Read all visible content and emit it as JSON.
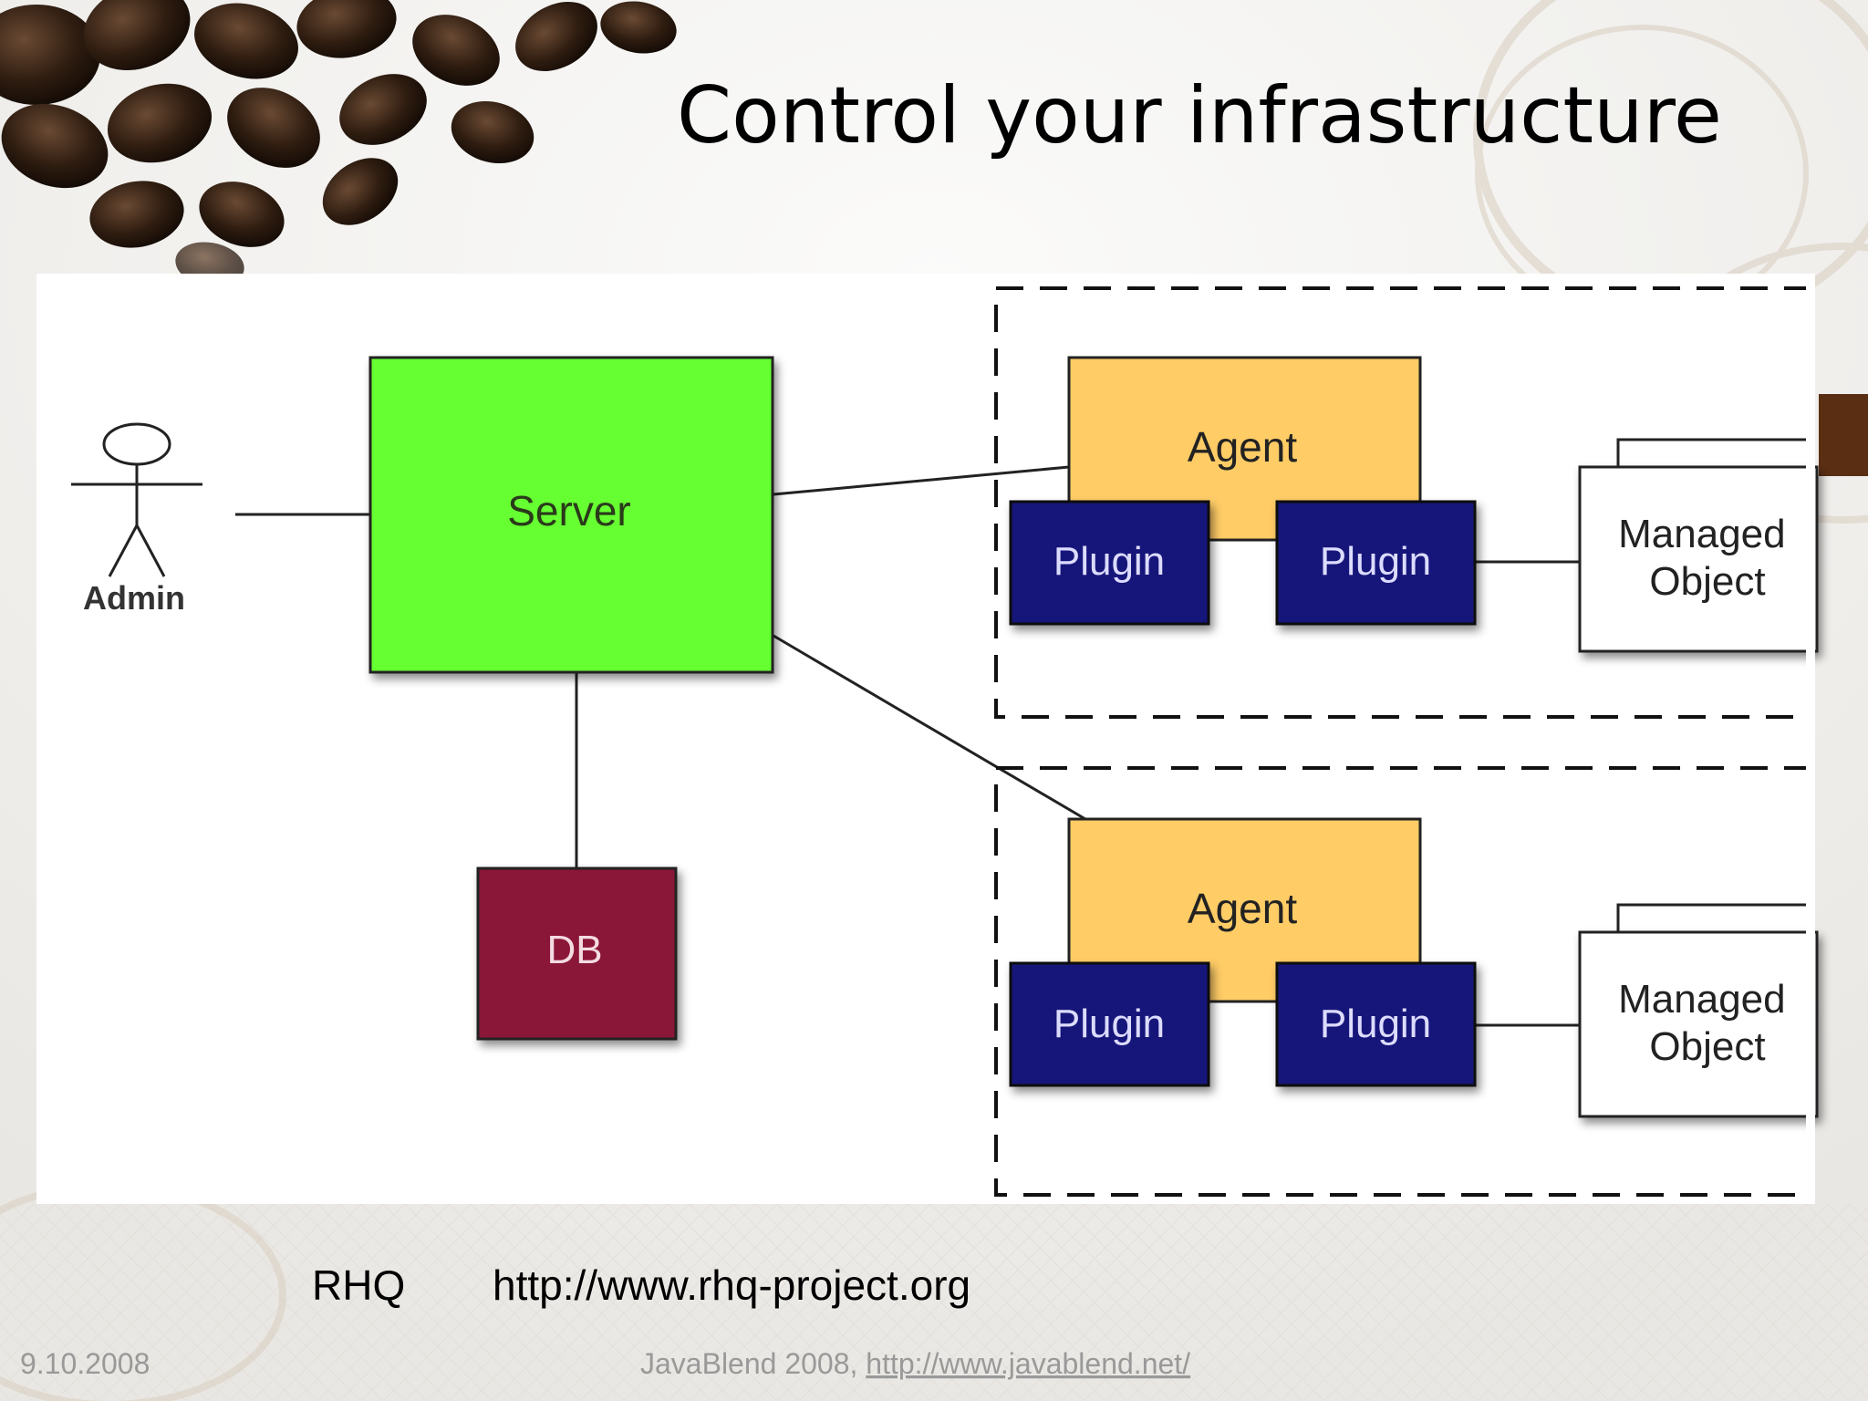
{
  "slide": {
    "title": "Control your infrastructure",
    "footer": {
      "rhq_label": "RHQ",
      "rhq_url": "http://www.rhq-project.org",
      "date": "9.10.2008",
      "event_text": "JavaBlend 2008, ",
      "event_url": "http://www.javablend.net/"
    }
  },
  "diagram": {
    "actor_label": "Admin",
    "server_label": "Server",
    "db_label": "DB",
    "agents": [
      {
        "agent_label": "Agent",
        "plugins": [
          "Plugin",
          "Plugin"
        ],
        "managed_object": [
          "Managed",
          "Object"
        ]
      },
      {
        "agent_label": "Agent",
        "plugins": [
          "Plugin",
          "Plugin"
        ],
        "managed_object": [
          "Managed",
          "Object"
        ]
      }
    ],
    "colors": {
      "server": "#66ff33",
      "db": "#8a1538",
      "agent": "#ffcc66",
      "plugin": "#12127a",
      "managed_object": "#ffffff",
      "accent_tab": "#5a2e12"
    }
  }
}
